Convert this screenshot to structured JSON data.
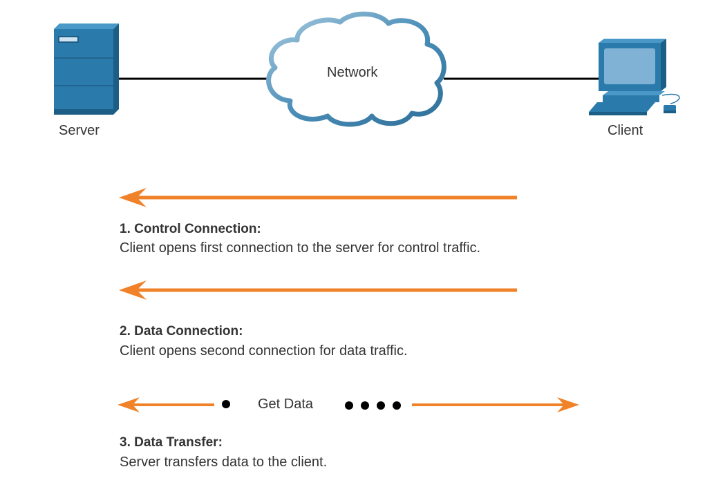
{
  "nodes": {
    "server_label": "Server",
    "network_label": "Network",
    "client_label": "Client"
  },
  "steps": [
    {
      "title": "1. Control Connection:",
      "description": "Client opens first connection to the server for control traffic."
    },
    {
      "title": "2. Data Connection:",
      "description": "Client opens second connection for data traffic."
    },
    {
      "title": "3. Data Transfer:",
      "description": "Server transfers data to the client."
    }
  ],
  "transfer": {
    "label": "Get Data"
  },
  "colors": {
    "arrow": "#f0822a",
    "device_blue": "#2a7aab",
    "device_dark": "#1d5e86",
    "screen": "#7fb2d4",
    "cloud_stroke": "#4b8fb8",
    "link": "#000000",
    "text": "#333333"
  }
}
